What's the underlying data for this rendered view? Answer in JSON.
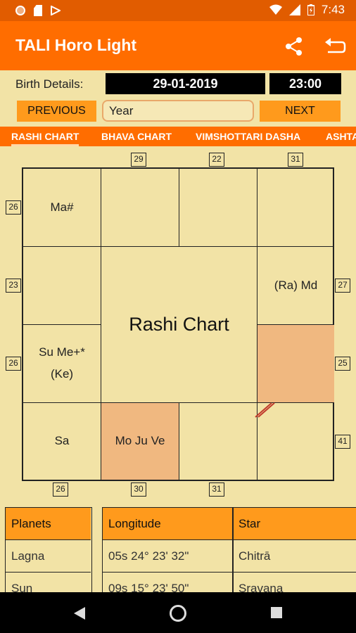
{
  "status_bar": {
    "time": "7:43"
  },
  "app": {
    "title": "TALI Horo Light"
  },
  "birth": {
    "label": "Birth Details:",
    "date": "29-01-2019",
    "time": "23:00"
  },
  "controls": {
    "previous": "PREVIOUS",
    "year_value": "Year",
    "next": "NEXT"
  },
  "tabs": [
    "RASHI CHART",
    "BHAVA CHART",
    "VIMSHOTTARI DASHA",
    "ASHTAKAVARGA"
  ],
  "chart": {
    "center_title": "Rashi Chart",
    "cells": {
      "r1c1": "Ma#",
      "r1c2": "",
      "r1c3": "",
      "r1c4": "",
      "r2c1": "",
      "r2c4": "(Ra) Md",
      "r3c1_a": "Su Me+*",
      "r3c1_b": "(Ke)",
      "r3c4": "",
      "r4c1": "Sa",
      "r4c2": "Mo Ju Ve",
      "r4c3": "",
      "r4c4": ""
    },
    "numbers": {
      "top1": "29",
      "top2": "22",
      "top3": "31",
      "left1": "26",
      "left2": "23",
      "left3": "26",
      "right1": "27",
      "right2": "25",
      "right3": "41",
      "bottom1": "26",
      "bottom2": "30",
      "bottom3": "31"
    }
  },
  "table": {
    "headers": {
      "planets": "Planets",
      "longitude": "Longitude",
      "star": "Star"
    },
    "rows": [
      {
        "planet": "Lagna",
        "longitude": "05s  24°  23'  32\"",
        "star": "Chitrā"
      },
      {
        "planet": "Sun",
        "longitude": "09s  15°  23'  50\"",
        "star": "Sravana"
      }
    ]
  },
  "colors": {
    "primary": "#ff6d00",
    "button": "#ff9a1c",
    "background": "#f2e3a6",
    "highlight": "#f0b880"
  }
}
